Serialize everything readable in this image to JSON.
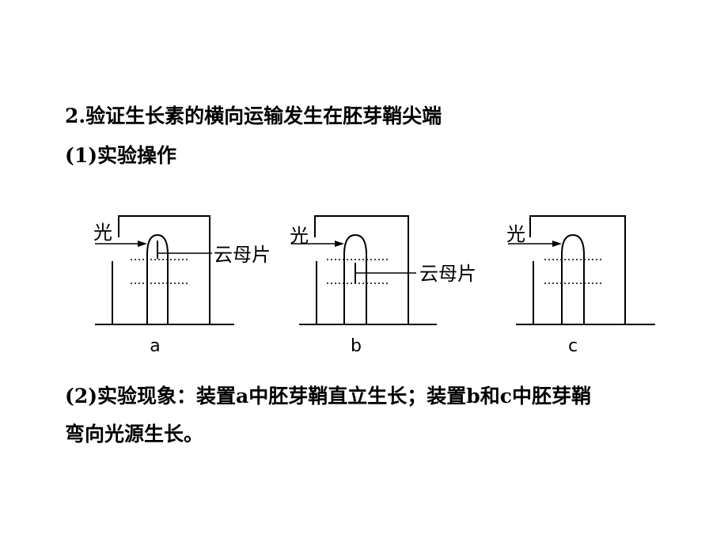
{
  "slide": {
    "heading": "2.验证生长素的横向运输发生在胚芽鞘尖端",
    "sub1": "(1)实验操作",
    "result_line1": "(2)实验现象：装置a中胚芽鞘直立生长；装置b和c中胚芽鞘",
    "result_line2": "弯向光源生长。"
  },
  "figure": {
    "light_label": "光",
    "mica_label": "云母片",
    "panels": [
      {
        "id": "a",
        "caption": "a",
        "mica": "tip"
      },
      {
        "id": "b",
        "caption": "b",
        "mica": "below-tip"
      },
      {
        "id": "c",
        "caption": "c",
        "mica": "none"
      }
    ]
  }
}
